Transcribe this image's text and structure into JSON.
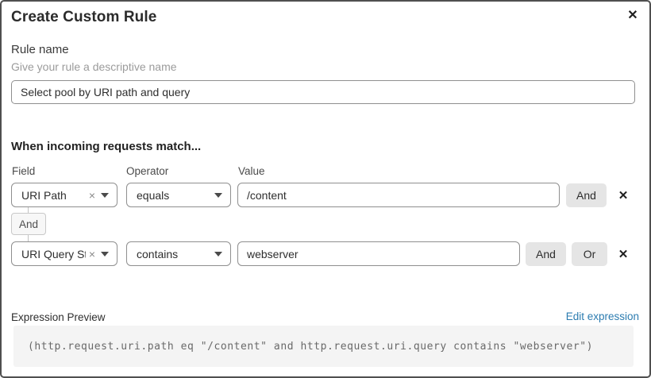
{
  "dialog": {
    "title": "Create Custom Rule",
    "close_icon": "✕"
  },
  "rule_name": {
    "label": "Rule name",
    "helper": "Give your rule a descriptive name",
    "value": "Select pool by URI path and query"
  },
  "match_section": {
    "heading": "When incoming requests match...",
    "columns": {
      "field": "Field",
      "operator": "Operator",
      "value": "Value"
    },
    "connector_label": "And",
    "rows": [
      {
        "field": "URI Path",
        "field_clear_icon": "×",
        "operator": "equals",
        "value": "/content",
        "and_button": "And",
        "remove_icon": "✕"
      },
      {
        "field": "URI Query St...",
        "field_clear_icon": "×",
        "operator": "contains",
        "value": "webserver",
        "and_button": "And",
        "or_button": "Or",
        "remove_icon": "✕"
      }
    ]
  },
  "expression_preview": {
    "label": "Expression Preview",
    "edit_link": "Edit expression",
    "expression": "(http.request.uri.path eq \"/content\" and http.request.uri.query contains \"webserver\")"
  },
  "colors": {
    "link_blue": "#2c7cb0",
    "button_gray": "#e5e5e5",
    "code_background": "#f4f4f4",
    "dialog_border": "#4f4f4f"
  }
}
